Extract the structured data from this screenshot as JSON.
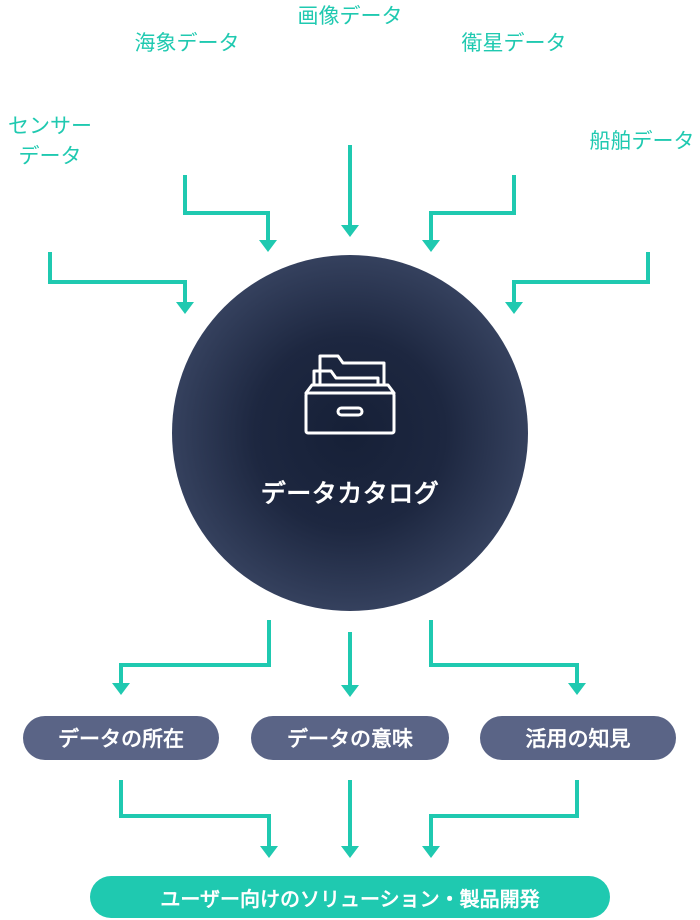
{
  "colors": {
    "accent": "#1fc9b0",
    "hub_center": "#162037",
    "hub_edge": "#56617f",
    "pill": "#5a6486",
    "text_on_dark": "#ffffff"
  },
  "sources": {
    "image": "画像データ",
    "ocean": "海象データ",
    "satellite": "衛星データ",
    "sensor": "センサー\nデータ",
    "ship": "船舶データ"
  },
  "hub": {
    "label": "データカタログ",
    "icon": "file-drawer-icon"
  },
  "outputs": [
    {
      "label": "データの所在"
    },
    {
      "label": "データの意味"
    },
    {
      "label": "活用の知見"
    }
  ],
  "final": {
    "label": "ユーザー向けのソリューション・製品開発"
  },
  "icons": {
    "arrow": "arrow-down-icon"
  }
}
